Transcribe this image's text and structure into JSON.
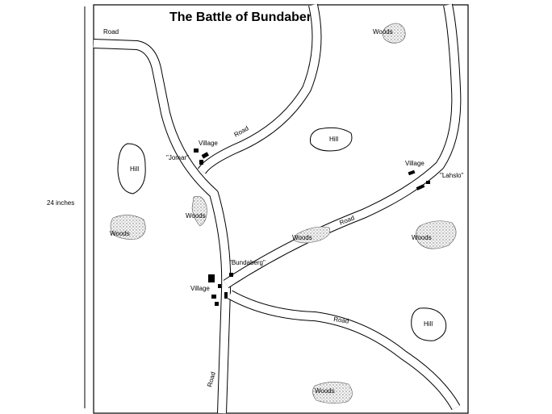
{
  "title": "The Battle of Bundaberg",
  "scale_label": "24 inches",
  "labels": {
    "road_top_left": "Road",
    "road_north": "Road",
    "road_east": "Road",
    "road_southeast": "Road",
    "road_south": "Road",
    "village_jomar": "Village",
    "jomar": "\"Jomar\"",
    "village_lahslo": "Village",
    "lahslo": "\"Lahslo\"",
    "bundaberg": "\"Bundaberg\"",
    "village_bundaberg": "Village",
    "hill_west": "Hill",
    "hill_center": "Hill",
    "hill_southeast": "Hill",
    "woods_top_right": "Woods",
    "woods_west": "Woods",
    "woods_center_left": "Woods",
    "woods_center": "Woods",
    "woods_east": "Woods",
    "woods_south": "Woods"
  }
}
